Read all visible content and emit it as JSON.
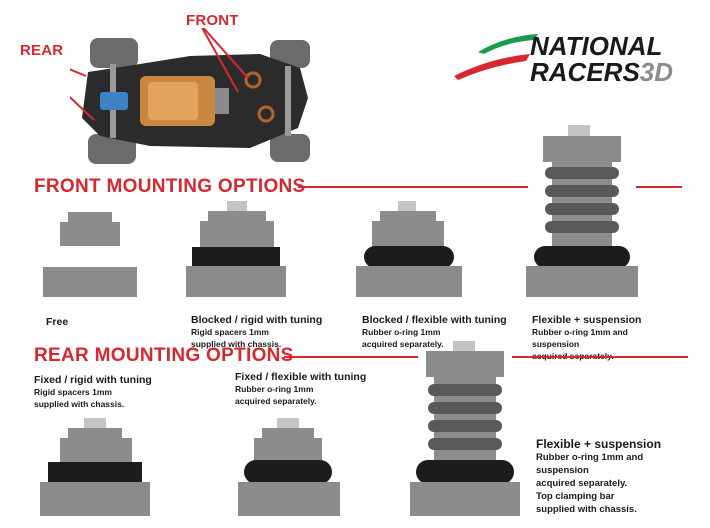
{
  "brand": {
    "line1": "NATIONAL",
    "line2": "RACERS",
    "line2_suffix": "3D",
    "colors": {
      "green": "#1a9b4b",
      "red": "#d7282f",
      "dark": "#1a1a1a"
    }
  },
  "callouts": {
    "rear": "REAR",
    "front": "FRONT"
  },
  "front_section": {
    "title": "FRONT MOUNTING OPTIONS",
    "options": [
      {
        "title": "Free",
        "lines": []
      },
      {
        "title": "Blocked / rigid with tuning",
        "lines": [
          "Rigid spacers 1mm",
          "supplied with chassis."
        ]
      },
      {
        "title": "Blocked / flexible with tuning",
        "lines": [
          "Rubber o-ring 1mm",
          "acquired separately."
        ]
      },
      {
        "title": "Flexible + suspension",
        "lines": [
          "Rubber o-ring 1mm and",
          "suspension",
          "acquired separately."
        ]
      }
    ]
  },
  "rear_section": {
    "title": "REAR MOUNTING OPTIONS",
    "options": [
      {
        "title": "Fixed / rigid with tuning",
        "lines": [
          "Rigid spacers 1mm",
          "supplied with chassis."
        ]
      },
      {
        "title": "Fixed / flexible with tuning",
        "lines": [
          "Rubber o-ring 1mm",
          "acquired separately."
        ]
      },
      {
        "title": "Flexible + suspension",
        "lines": [
          "Rubber o-ring 1mm and",
          "suspension",
          "acquired separately.",
          "Top clamping bar",
          "supplied with chassis."
        ]
      }
    ]
  },
  "colors": {
    "accent": "#d7282f",
    "block": "#8c8c8c",
    "block_light": "#c4c4c4",
    "spacer": "#1c1c1c",
    "spring": "#595959"
  }
}
